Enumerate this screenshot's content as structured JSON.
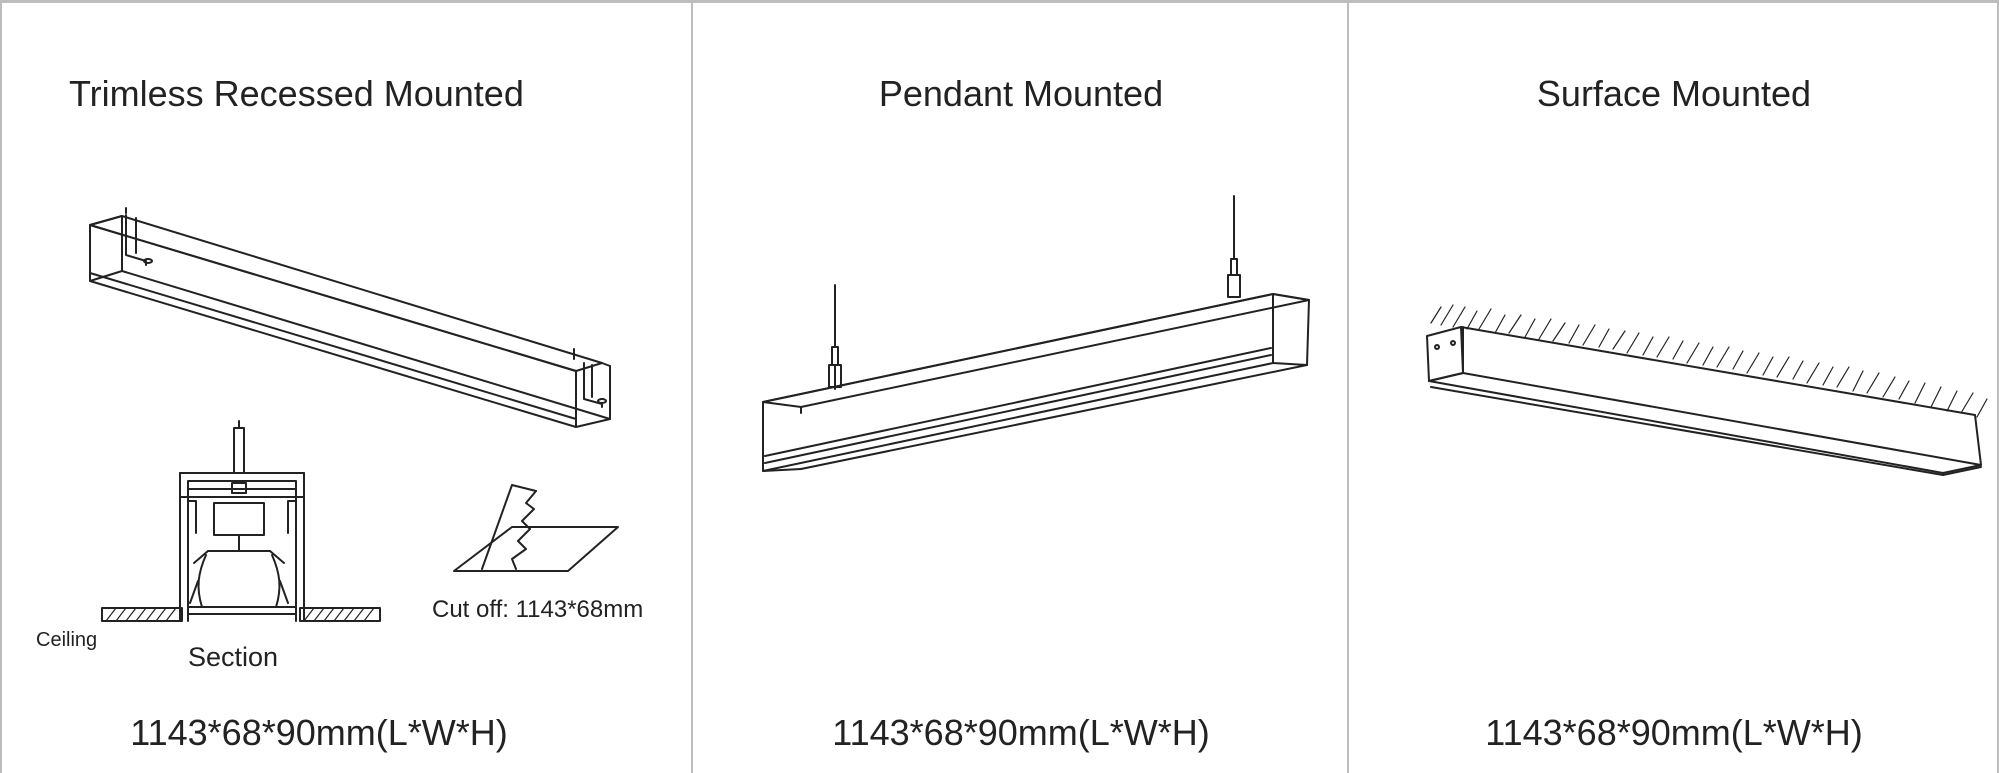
{
  "panels": [
    {
      "title": "Trimless Recessed Mounted",
      "dimensions": "1143*68*90mm(L*W*H)",
      "labels": {
        "ceiling": "Ceiling",
        "section": "Section",
        "cut_off": "Cut off: 1143*68mm"
      }
    },
    {
      "title": "Pendant Mounted",
      "dimensions": "1143*68*90mm(L*W*H)"
    },
    {
      "title": "Surface Mounted",
      "dimensions": "1143*68*90mm(L*W*H)"
    }
  ],
  "colors": {
    "divider": "#bdbdbd",
    "line_art": "#222222"
  }
}
